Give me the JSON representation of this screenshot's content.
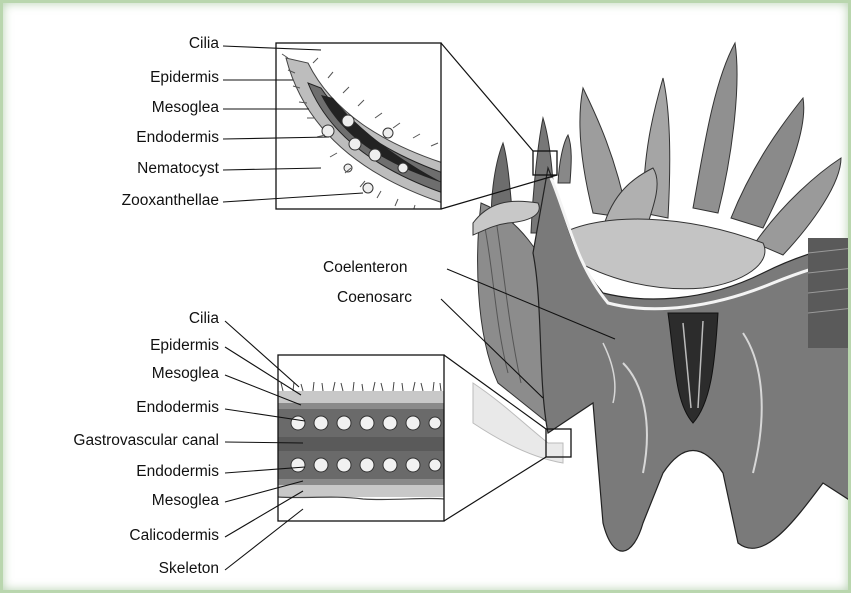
{
  "upper_inset_labels": [
    "Cilia",
    "Epidermis",
    "Mesoglea",
    "Endodermis",
    "Nematocyst",
    "Zooxanthellae"
  ],
  "lower_inset_labels": [
    "Cilia",
    "Epidermis",
    "Mesoglea",
    "Endodermis",
    "Gastrovascular canal",
    "Endodermis",
    "Mesoglea",
    "Calicodermis",
    "Skeleton"
  ],
  "polyp_labels": [
    "Coelenteron",
    "Coenosarc"
  ],
  "colors": {
    "frame_border": "#b9d6ae",
    "line": "#111111",
    "tissue_gray": "#9a9a9a",
    "dark_gray": "#4a4a4a"
  }
}
